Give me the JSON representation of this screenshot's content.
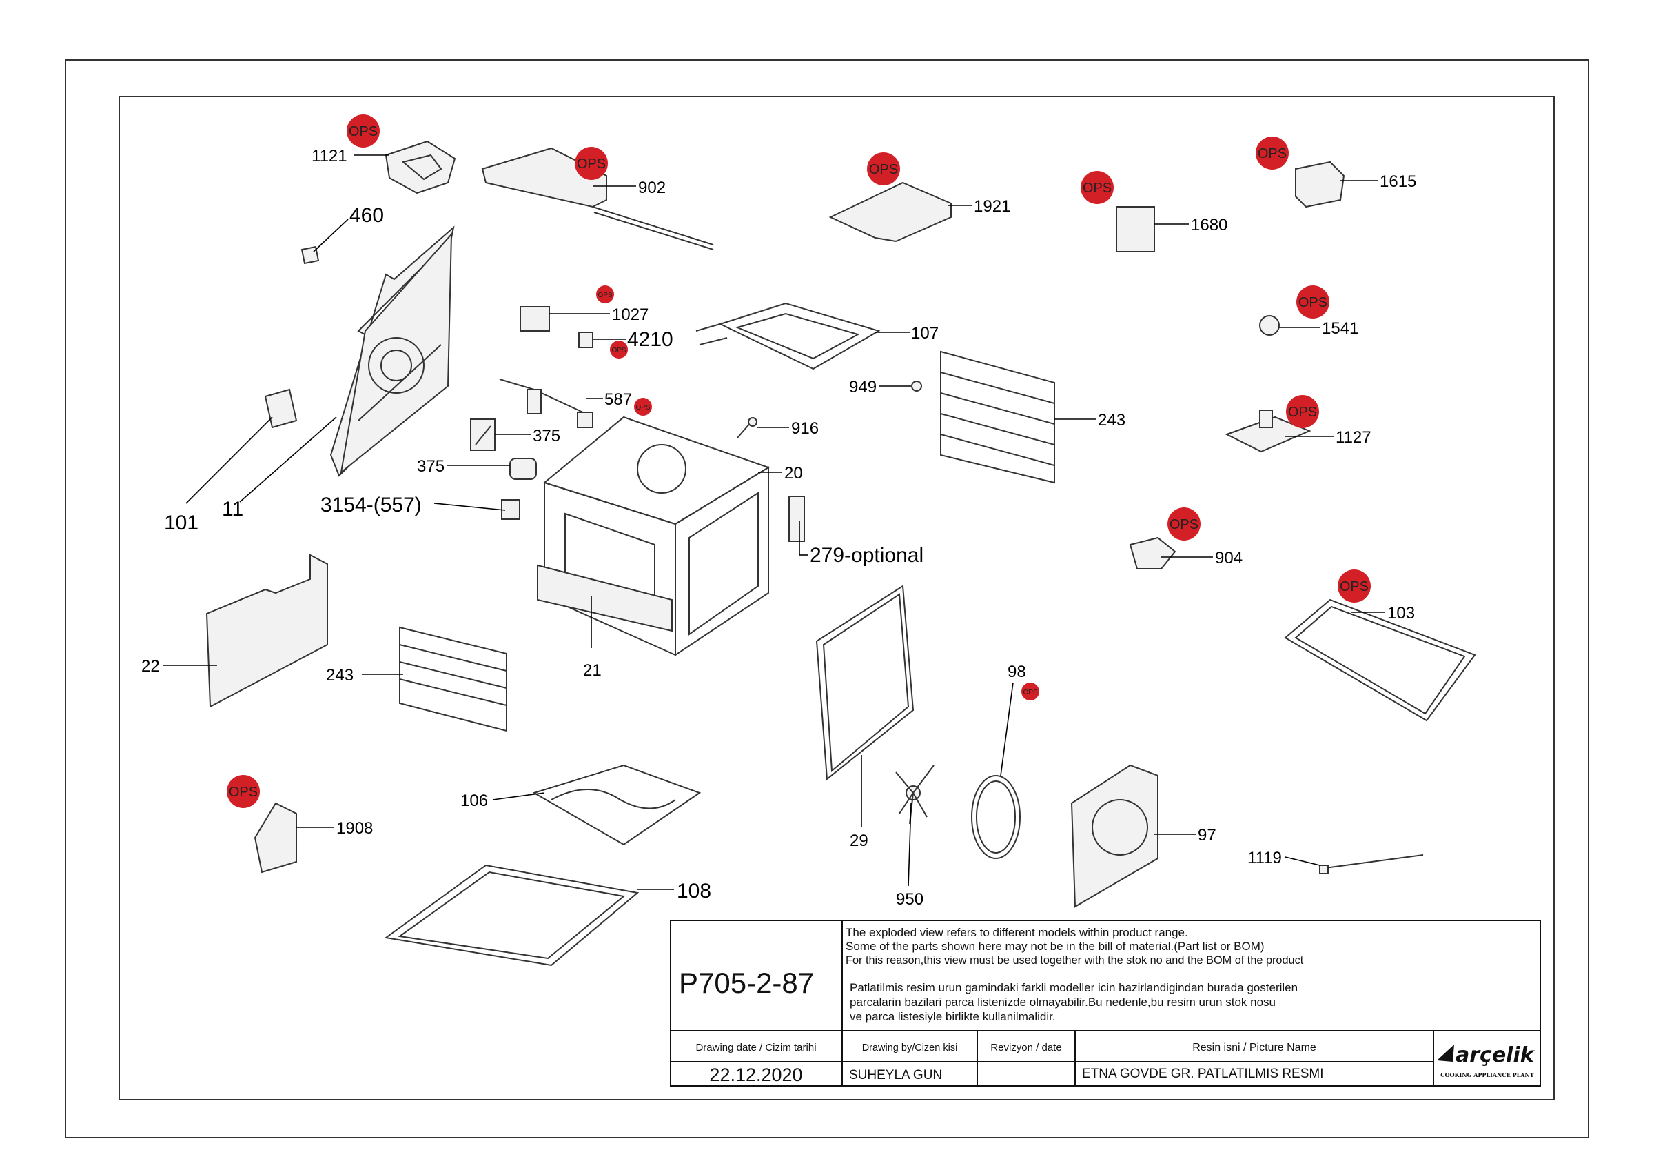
{
  "drawing": {
    "code": "P705-2-87",
    "notes_en": [
      "The exploded view refers to different models within product range.",
      "Some of the parts shown here may not be in the bill of material.(Part list or BOM)",
      "For this reason,this view must be used together with the stok no and the BOM of the product"
    ],
    "notes_tr": [
      "Patlatilmis resim urun gamindaki farkli modeller icin hazirlandigindan burada gosterilen",
      "parcalarin bazilari parca listenizde olmayabilir.Bu nedenle,bu resim urun stok nosu",
      "ve parca listesiyle birlikte kullanilmalidir."
    ],
    "headers": {
      "date": "Drawing date / Cizim tarihi",
      "by": "Drawing by/Cizen kisi",
      "rev": "Revizyon / date",
      "name": "Resin isni / Picture Name"
    },
    "values": {
      "date": "22.12.2020",
      "by": "SUHEYLA GUN",
      "rev": "",
      "name": "ETNA GOVDE GR. PATLATILMIS RESMI"
    },
    "logo": {
      "brand": "arçelik",
      "sub": "COOKING APPLIANCE PLANT"
    }
  },
  "ops_label": "OPS",
  "part_labels": [
    "1121",
    "902",
    "460",
    "1921",
    "1680",
    "1615",
    "1027",
    "4210",
    "107",
    "1541",
    "587",
    "949",
    "375",
    "375",
    "916",
    "243",
    "1127",
    "101",
    "11",
    "3154-(557)",
    "20",
    "279-optional",
    "904",
    "22",
    "21",
    "243",
    "103",
    "98",
    "106",
    "29",
    "97",
    "1908",
    "1119",
    "950",
    "108"
  ],
  "colors": {
    "ops_badge": "#d32027",
    "line": "#000000",
    "part_stroke": "#333333"
  }
}
